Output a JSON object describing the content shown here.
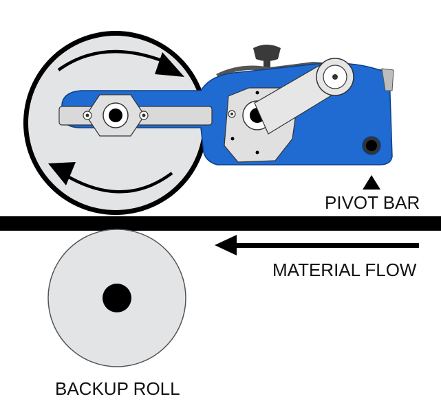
{
  "labels": {
    "pivot_bar": "PIVOT BAR",
    "material_flow": "MATERIAL FLOW",
    "backup_roll": "BACKUP ROLL"
  },
  "colors": {
    "arm_blue": "#1f6bd1",
    "arm_blue_dark": "#0d3f86",
    "wheel_gray": "#e3e4e6",
    "plate_gray": "#d9d9d9",
    "ink": "#000000"
  },
  "icons": {
    "flow_arrow": "left-arrow-icon",
    "pivot_marker": "up-triangle-icon",
    "rotation": "curved-arrow-icon"
  }
}
